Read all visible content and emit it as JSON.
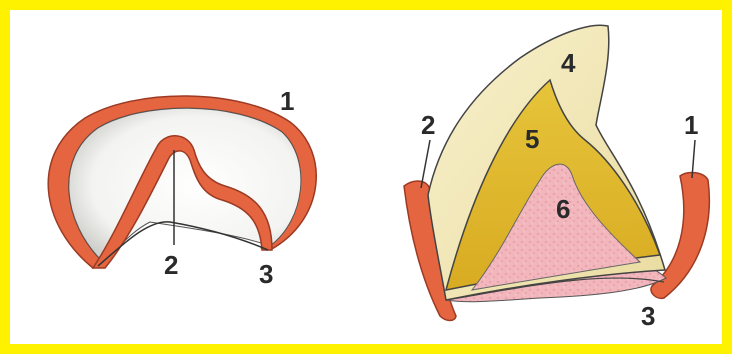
{
  "colors": {
    "frame": "#fff200",
    "background": "#ffffff",
    "sac": "#e4653f",
    "sac_dark": "#b8432a",
    "inner_cavity": "#f6f6f4",
    "enamel": "#f2e8b6",
    "dentin": "#e0bc2e",
    "pulp": "#f0b0b8",
    "outline": "#333333"
  },
  "left_figure": {
    "labels": {
      "l1": "1",
      "l2": "2",
      "l3": "3"
    }
  },
  "right_figure": {
    "labels": {
      "l1": "1",
      "l2": "2",
      "l3": "3",
      "l4": "4",
      "l5": "5",
      "l6": "6"
    }
  }
}
